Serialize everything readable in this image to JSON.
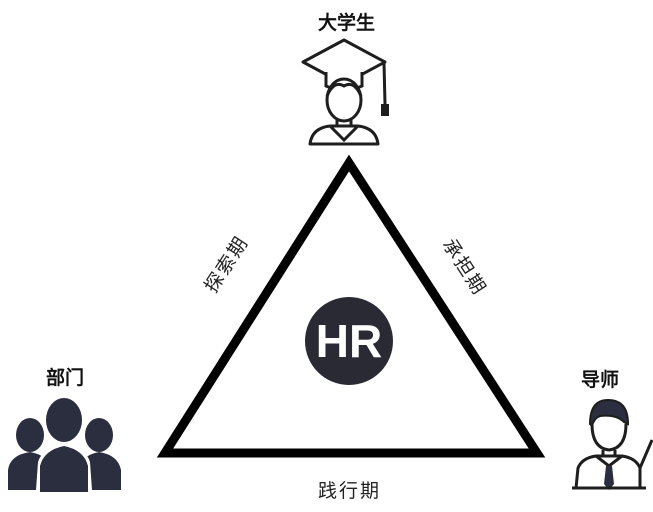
{
  "roles": {
    "top": "大学生",
    "left": "部门",
    "right": "导师"
  },
  "phases": {
    "left_edge": "探索期",
    "right_edge": "承担期",
    "bottom_edge": "践行期"
  },
  "center": {
    "label": "HR"
  },
  "icons": {
    "top": "graduate-student-icon",
    "left": "group-of-people-icon",
    "right": "teacher-icon"
  },
  "colors": {
    "line": "#000000",
    "circle": "#2a2a35",
    "icon_fill": "#2b2e3f"
  }
}
